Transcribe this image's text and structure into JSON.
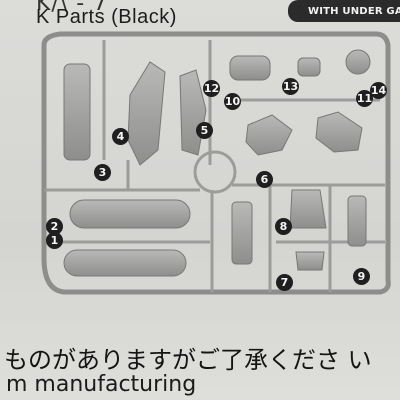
{
  "header": {
    "title_cut": "K/\\ - 7",
    "title": "K Parts (Black)",
    "badge": "WITH UNDER GA"
  },
  "part_callouts": [
    {
      "label": "1"
    },
    {
      "label": "2"
    },
    {
      "label": "3"
    },
    {
      "label": "4"
    },
    {
      "label": "5"
    },
    {
      "label": "6"
    },
    {
      "label": "7"
    },
    {
      "label": "8"
    },
    {
      "label": "9"
    },
    {
      "label": "10"
    },
    {
      "label": "11"
    },
    {
      "label": "12"
    },
    {
      "label": "13"
    },
    {
      "label": "14"
    }
  ],
  "footer": {
    "japanese": "ものがありますがご了承くださ い",
    "english": "m manufacturing"
  },
  "colors": {
    "paper": "#d9d9d6",
    "ink": "#1f1f1f",
    "sprue": "#9a9a98"
  }
}
